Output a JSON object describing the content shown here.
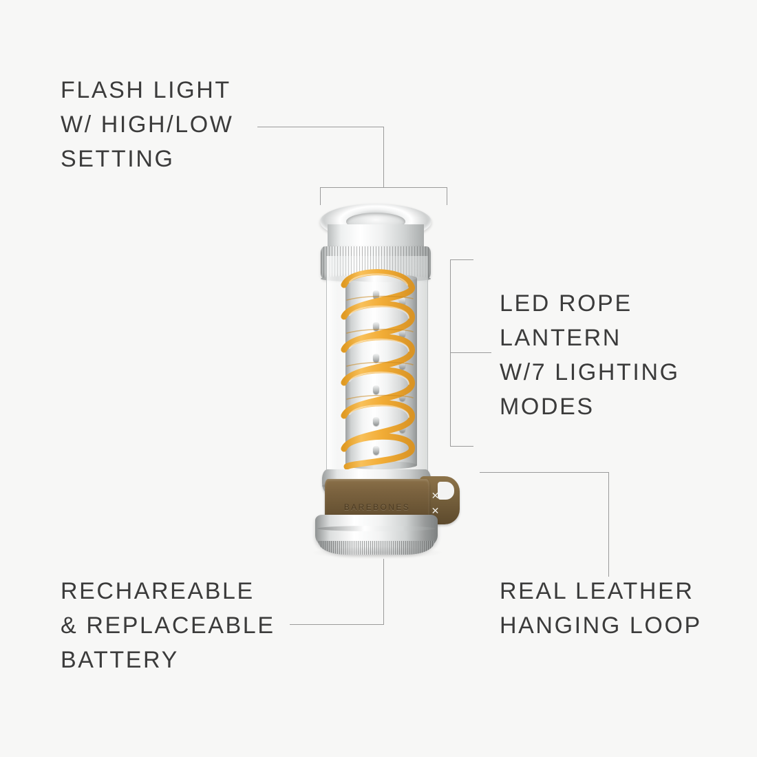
{
  "page": {
    "background_color": "#f7f7f6",
    "text_color": "#3b3b3b",
    "leader_line_color": "#9a9a9a"
  },
  "callouts": {
    "flashlight": {
      "lines": [
        "FLASH LIGHT",
        "W/ HIGH/LOW",
        "SETTING"
      ]
    },
    "led_rope": {
      "lines": [
        "LED ROPE",
        "LANTERN",
        "W/7 LIGHTING",
        "MODES"
      ]
    },
    "battery": {
      "lines": [
        "RECHAREABLE",
        "& REPLACEABLE",
        "BATTERY"
      ]
    },
    "leather_loop": {
      "lines": [
        "REAL LEATHER",
        "HANGING LOOP"
      ]
    }
  },
  "product": {
    "brand_text": "BAREBONES",
    "rope_color": "#f2b03c",
    "leather_color": "#6e5837",
    "metal_color": "#d8dada"
  }
}
